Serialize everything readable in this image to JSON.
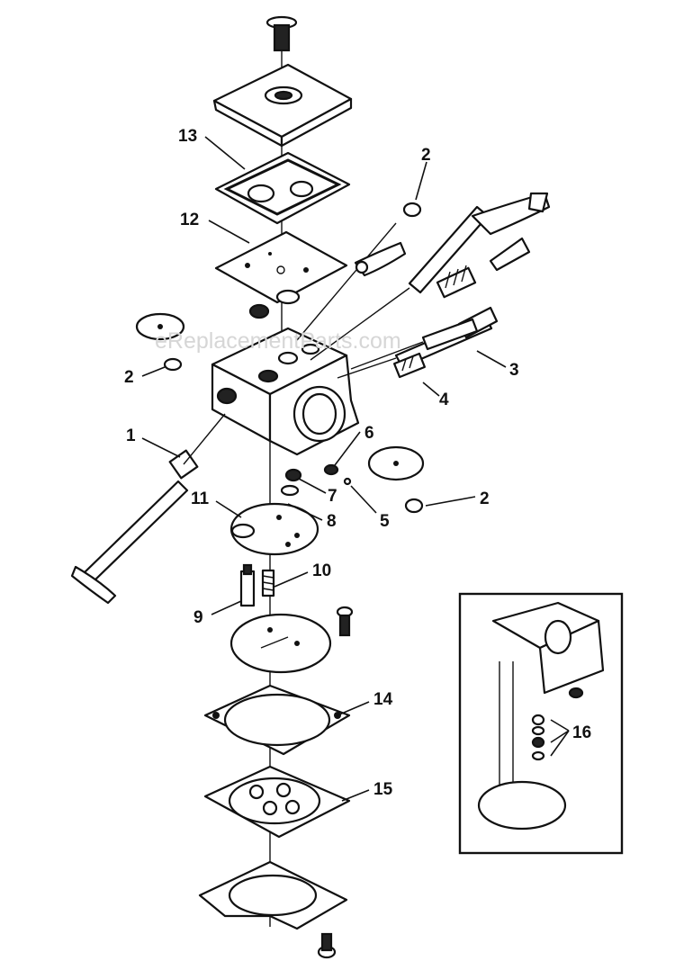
{
  "watermark": "eReplacementParts.com",
  "callouts": {
    "c1": "1",
    "c2a": "2",
    "c2b": "2",
    "c2c": "2",
    "c3": "3",
    "c4": "4",
    "c5": "5",
    "c6": "6",
    "c7": "7",
    "c8": "8",
    "c9": "9",
    "c10": "10",
    "c11": "11",
    "c12": "12",
    "c13": "13",
    "c14": "14",
    "c15": "15",
    "c16": "16"
  }
}
